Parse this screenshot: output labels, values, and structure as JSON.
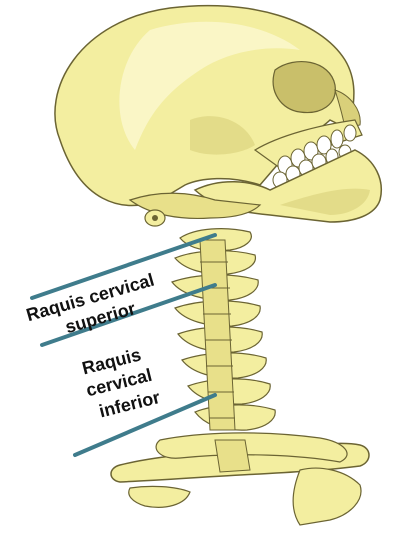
{
  "labels": {
    "upper_line1": "Raquis cervical",
    "upper_line2": "superior",
    "lower_line1": "Raquis",
    "lower_line2": "cervical",
    "lower_line3": "inferior"
  },
  "colors": {
    "bone": "#f3eea0",
    "bone_shadow": "#d9d07a",
    "outline": "#6b6433",
    "teeth": "#ffffff",
    "pointer_line": "#3f7c8c"
  }
}
